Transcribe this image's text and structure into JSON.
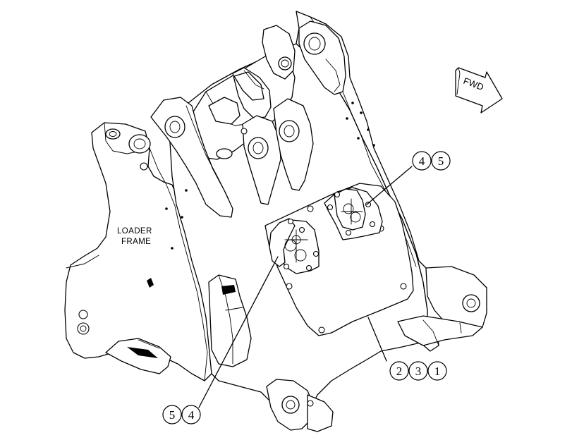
{
  "frame_label": {
    "line1": "LOADER",
    "line2": "FRAME"
  },
  "direction_arrow": {
    "label": "FWD"
  },
  "callouts": [
    {
      "id": "callout-top-right",
      "numbers": [
        "4",
        "5"
      ]
    },
    {
      "id": "callout-bottom-right",
      "numbers": [
        "2",
        "3",
        "1"
      ]
    },
    {
      "id": "callout-bottom-left",
      "numbers": [
        "5",
        "4"
      ]
    }
  ]
}
